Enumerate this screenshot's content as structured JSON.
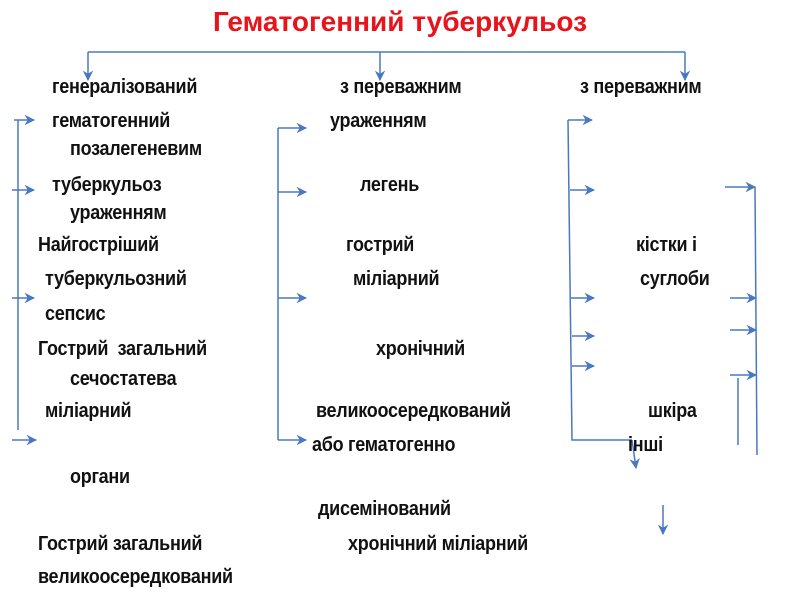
{
  "title": "Гематогенний туберкульоз",
  "colors": {
    "title": "#e8141c",
    "arrows": "#4a78c0",
    "text": "#111111"
  },
  "column1": {
    "header": "генералізований",
    "lines": [
      "гематогенний",
      "туберкульоз",
      "Найгостріший",
      "туберкульозний",
      "сепсис",
      "Гострий  загальний",
      "міліарний",
      "Гострий загальний",
      "великоосередкований"
    ]
  },
  "column2": {
    "header": "з переважним",
    "lines": [
      "ураженням",
      "легень",
      "гострий",
      "міліарний",
      "хронічний",
      "великоосередкований",
      "або гематогенно",
      "дисемінований",
      "хронічний міліарний"
    ]
  },
  "column3": {
    "header": "з переважним",
    "lines": [
      "позалегеневим",
      "ураженням",
      "кістки і",
      "суглоби",
      "сечостатева",
      "шкіра",
      "інші",
      "органи"
    ]
  }
}
